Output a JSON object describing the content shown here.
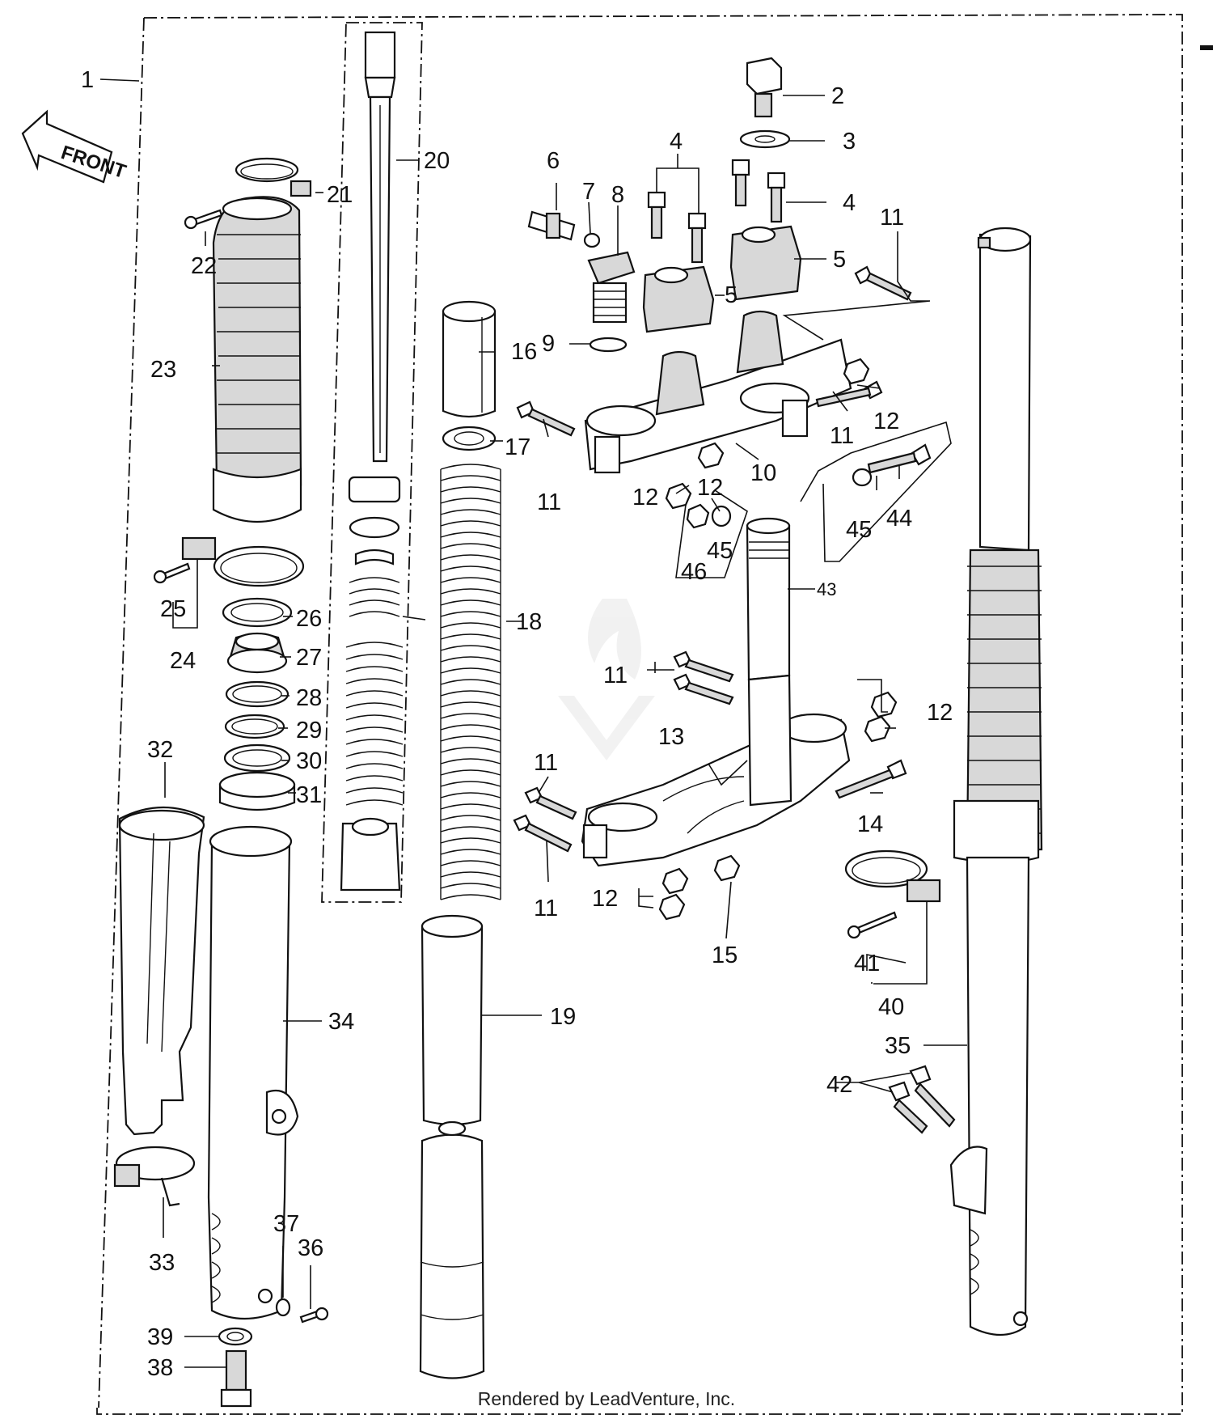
{
  "diagram": {
    "front_label": "FRONT",
    "credit": "Rendered by LeadVenture, Inc.",
    "callouts": {
      "p1": "1",
      "p2": "2",
      "p3": "3",
      "p4a": "4",
      "p4b": "4",
      "p5a": "5",
      "p5b": "5",
      "p6": "6",
      "p7": "7",
      "p8": "8",
      "p9": "9",
      "p10": "10",
      "p11a": "11",
      "p11b": "11",
      "p11c": "11",
      "p11d": "11",
      "p11e": "11",
      "p11f": "11",
      "p12a": "12",
      "p12b": "12",
      "p12c": "12",
      "p12d": "12",
      "p12e": "12",
      "p13": "13",
      "p14": "14",
      "p15": "15",
      "p16": "16",
      "p17": "17",
      "p18": "18",
      "p19": "19",
      "p20": "20",
      "p21": "21",
      "p22": "22",
      "p23": "23",
      "p24": "24",
      "p25": "25",
      "p26": "26",
      "p27": "27",
      "p28": "28",
      "p29": "29",
      "p30": "30",
      "p31": "31",
      "p32": "32",
      "p33": "33",
      "p34": "34",
      "p35": "35",
      "p36": "36",
      "p37": "37",
      "p38": "38",
      "p39": "39",
      "p40": "40",
      "p41": "41",
      "p42": "42",
      "p43": "43",
      "p44": "44",
      "p45a": "45",
      "p45b": "45",
      "p46": "46"
    }
  }
}
